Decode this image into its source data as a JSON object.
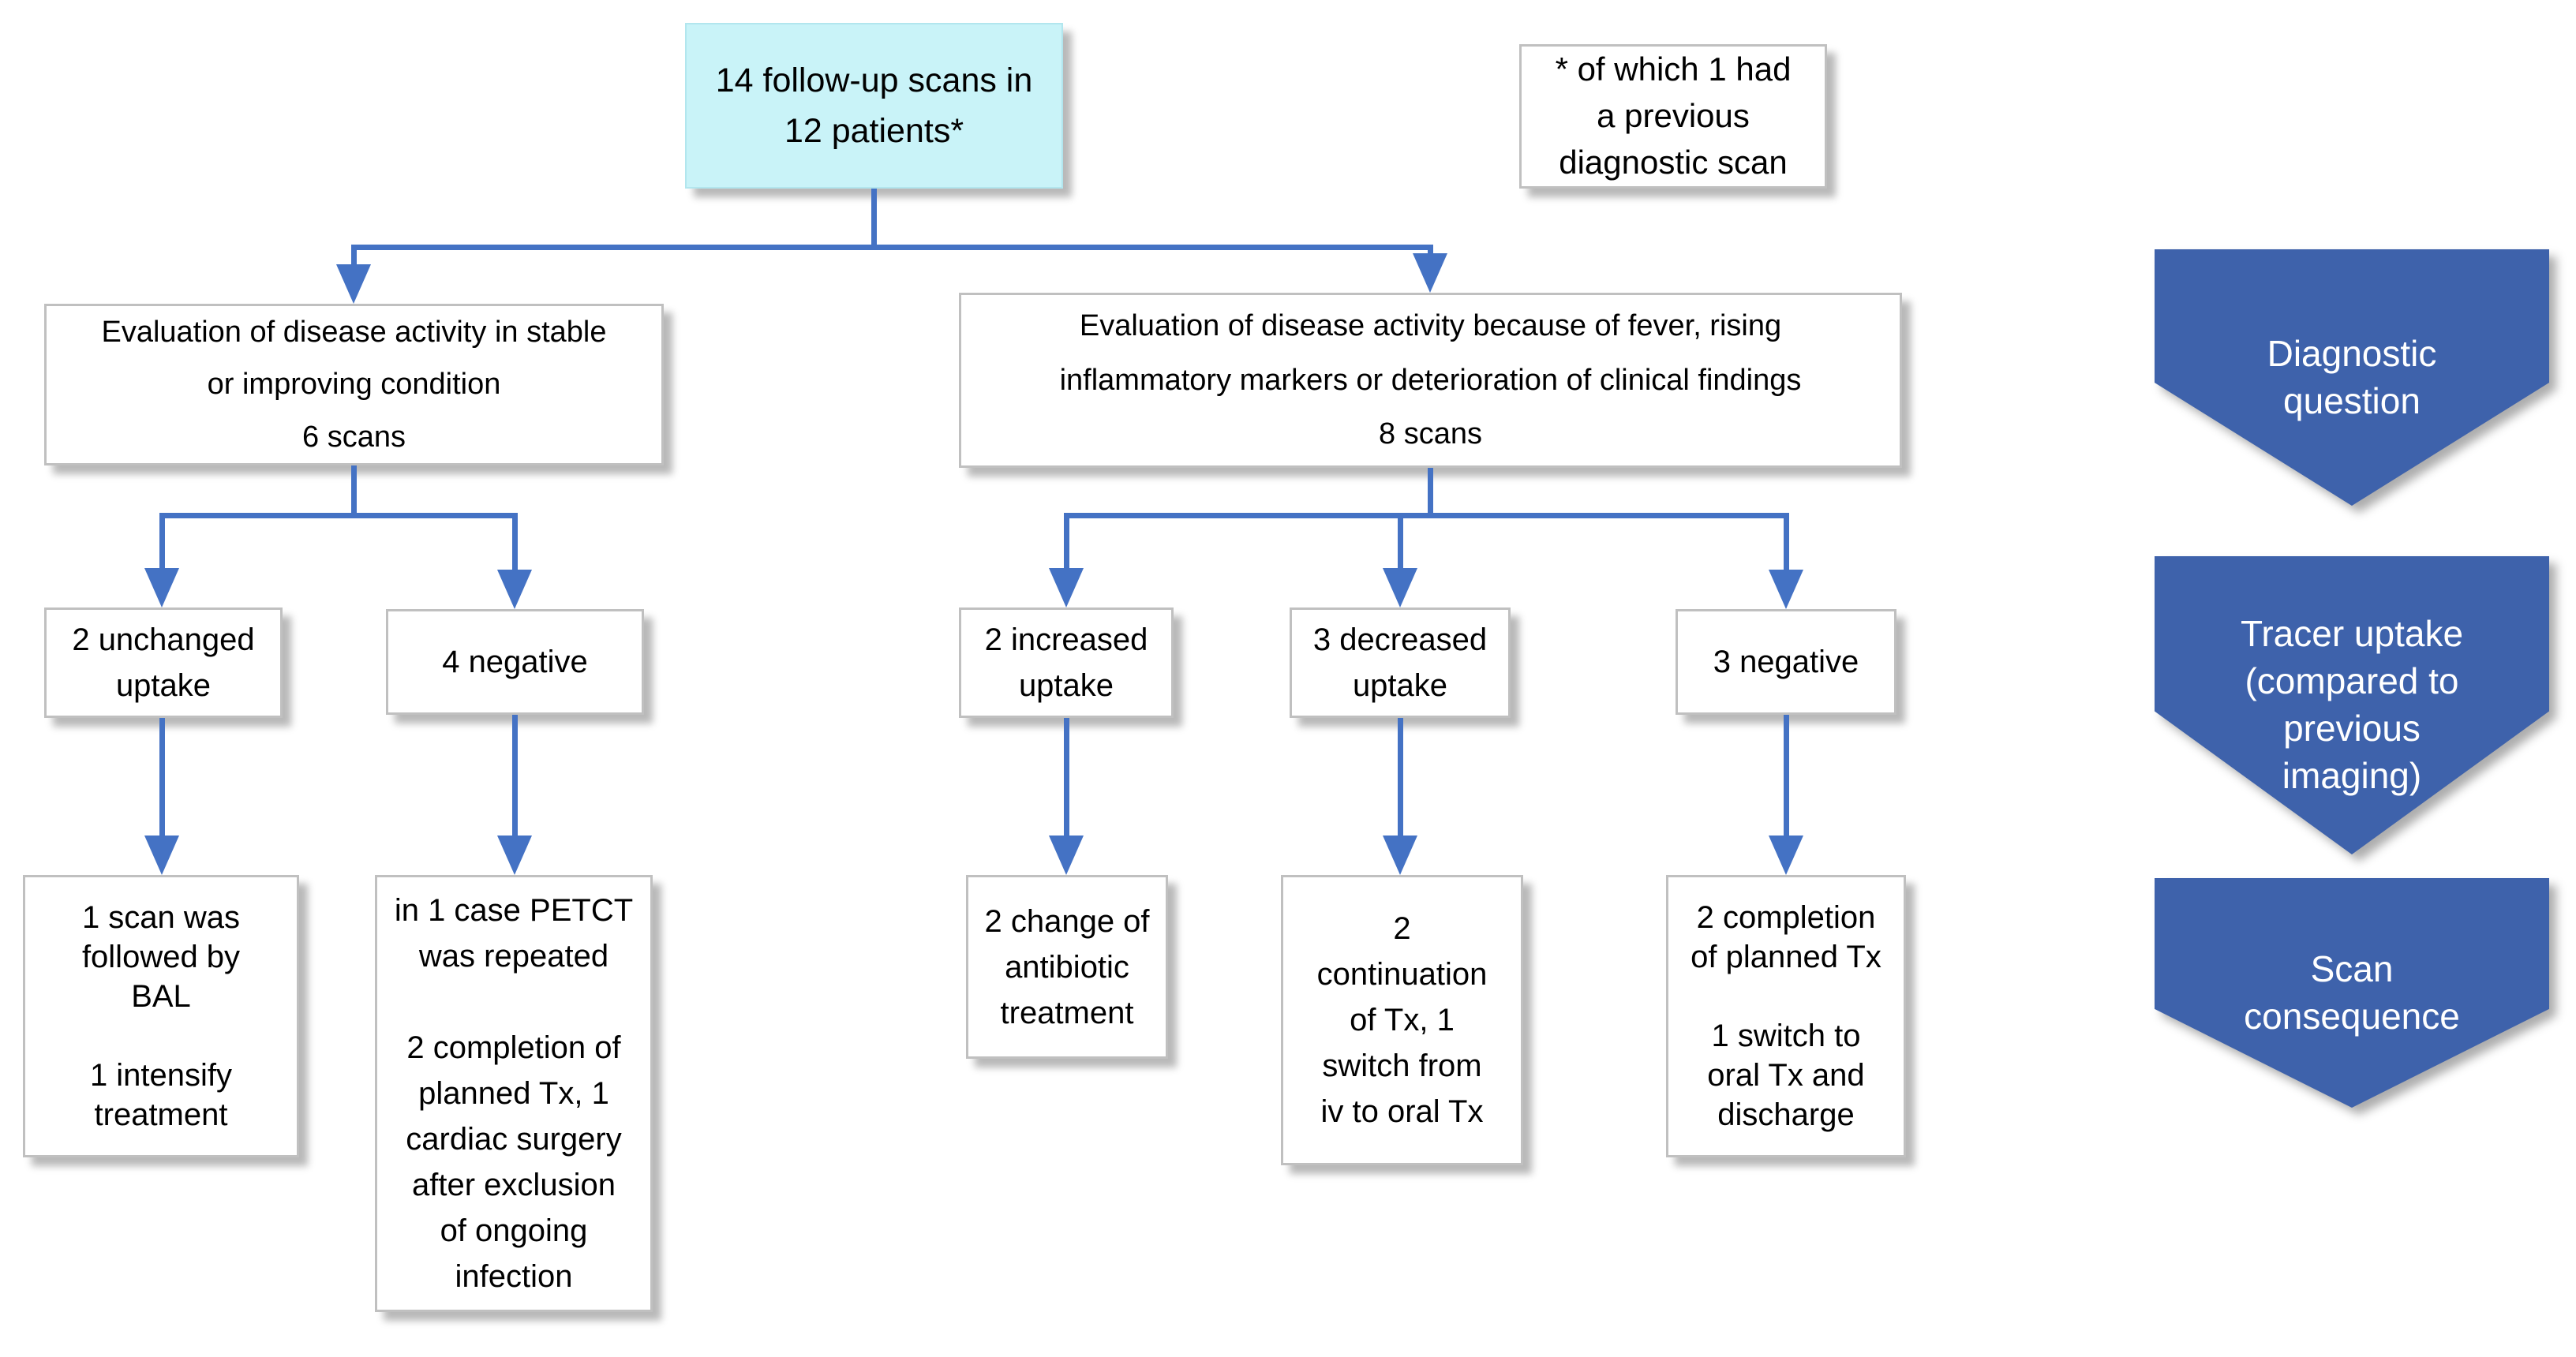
{
  "flowchart": {
    "root": {
      "lines": [
        "14 follow-up scans in",
        "12 patients*"
      ]
    },
    "footnote": {
      "lines": [
        "* of which 1 had",
        "a previous",
        "diagnostic scan"
      ]
    },
    "branches": [
      {
        "lines": [
          "Evaluation of disease activity in stable",
          "or improving condition",
          "6 scans"
        ]
      },
      {
        "lines": [
          "Evaluation of disease activity because of fever, rising",
          "inflammatory markers or deterioration of clinical findings",
          "8 scans"
        ]
      }
    ],
    "uptake": [
      {
        "lines": [
          "2 unchanged",
          "uptake"
        ]
      },
      {
        "lines": [
          "4 negative"
        ]
      },
      {
        "lines": [
          "2 increased",
          "uptake"
        ]
      },
      {
        "lines": [
          "3 decreased",
          "uptake"
        ]
      },
      {
        "lines": [
          "3 negative"
        ]
      }
    ],
    "consequences": [
      {
        "lines": [
          "1 scan was",
          "followed by",
          "BAL",
          "",
          "1 intensify",
          "treatment"
        ]
      },
      {
        "lines": [
          "in 1 case PETCT",
          "was repeated",
          "",
          "2 completion of",
          "planned Tx, 1",
          "cardiac surgery",
          "after exclusion",
          "of ongoing",
          "infection"
        ]
      },
      {
        "lines": [
          "2 change of",
          "antibiotic",
          "treatment"
        ]
      },
      {
        "lines": [
          "2",
          "continuation",
          "of Tx, 1",
          "switch from",
          "iv to oral Tx"
        ]
      },
      {
        "lines": [
          "2 completion",
          "of planned Tx",
          "",
          "1 switch to",
          "oral Tx and",
          "discharge"
        ]
      }
    ],
    "legend": [
      {
        "lines": [
          "Diagnostic",
          "question"
        ]
      },
      {
        "lines": [
          "Tracer uptake",
          "(compared to",
          "previous",
          "imaging)"
        ]
      },
      {
        "lines": [
          "Scan",
          "consequence"
        ]
      }
    ]
  },
  "colors": {
    "canvas_bg": "#ffffff",
    "root_fill": "#c9f3f8",
    "box_fill": "#ffffff",
    "box_border": "#c0c0c0",
    "text": "#000000",
    "connector": "#4472c4",
    "legend_fill": "#3e62ab",
    "legend_text": "#ffffff"
  }
}
